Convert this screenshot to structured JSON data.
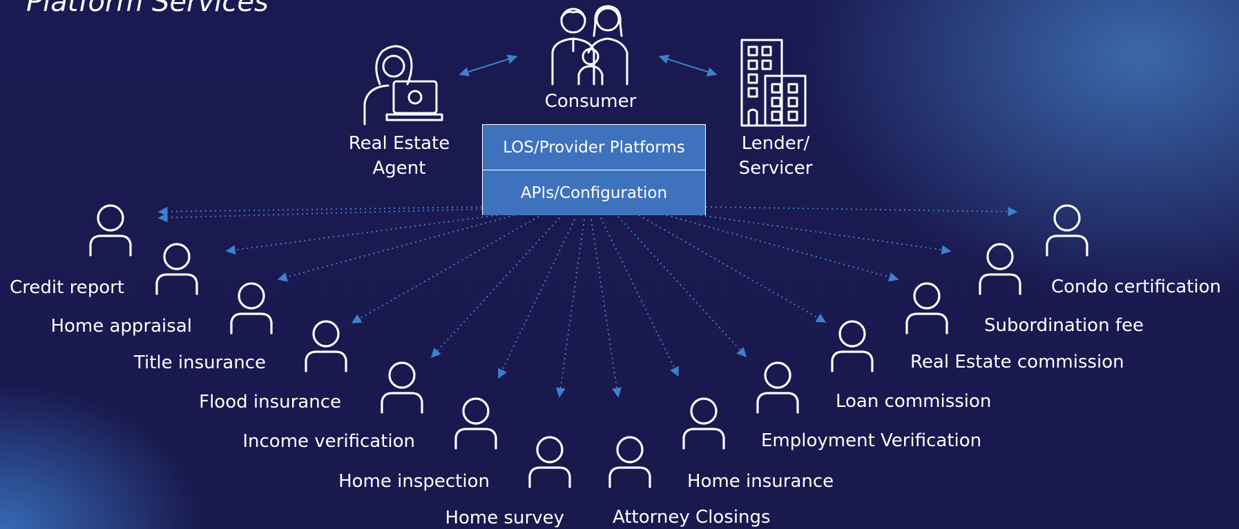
{
  "title": "Platform Services",
  "actors": {
    "consumer": "Consumer",
    "agent_line1": "Real Estate",
    "agent_line2": "Agent",
    "lender_line1": "Lender/",
    "lender_line2": "Servicer"
  },
  "platform": {
    "top": "LOS/Provider Platforms",
    "bottom": "APIs/Configuration"
  },
  "services_left": [
    "Credit report",
    "Home appraisal",
    "Title insurance",
    "Flood insurance",
    "Income verification",
    "Home inspection",
    "Home survey"
  ],
  "services_right": [
    "Condo certification",
    "Subordination fee",
    "Real Estate commission",
    "Loan commission",
    "Employment Verification",
    "Home insurance",
    "Attorney Closings"
  ],
  "colors": {
    "arrow": "#3f7fd0",
    "box": "#3f72bd",
    "text": "#ffffff"
  }
}
